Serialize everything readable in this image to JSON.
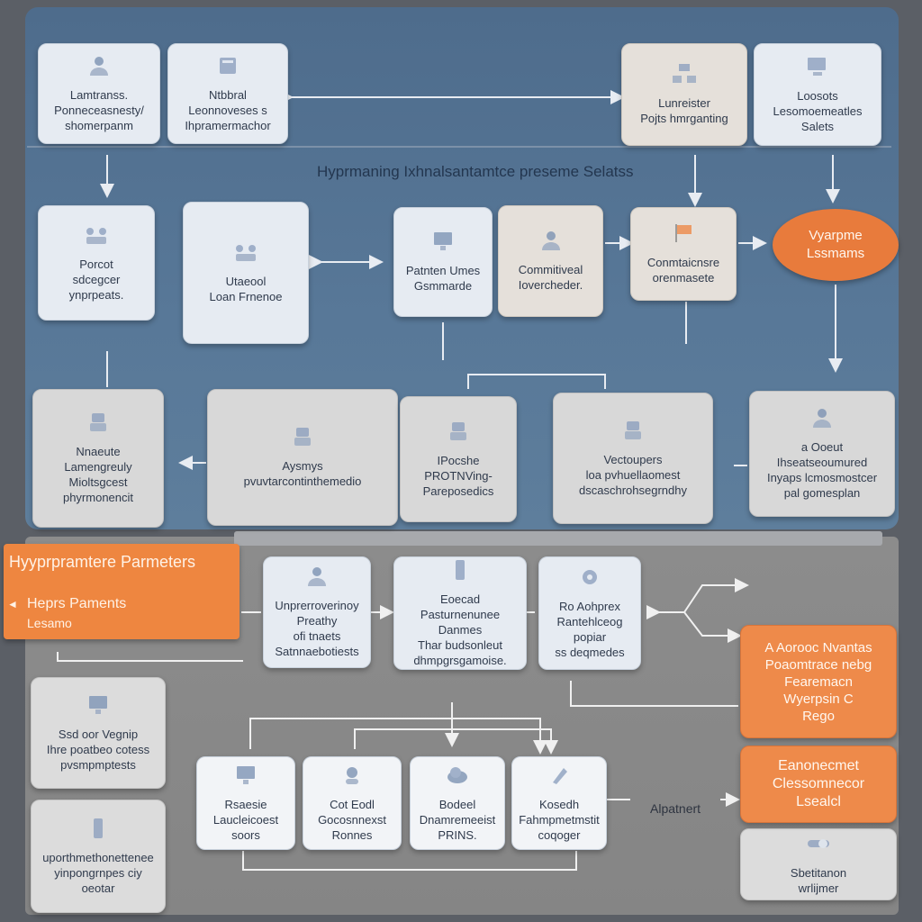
{
  "heading": "Hyprmaning Ixhnalsantamtce preseme Selatss",
  "row1": [
    {
      "lines": [
        "Lamtranss.",
        "Ponneceasnesty/",
        "shomerpanm"
      ],
      "icon": "person-icon"
    },
    {
      "lines": [
        "Ntbbral",
        "Leonnoveses s",
        "Ihpramermachor"
      ],
      "icon": "book-icon"
    },
    {
      "lines": [
        "Lunreister",
        "Pojts hmrganting"
      ],
      "icon": "network-icon"
    },
    {
      "lines": [
        "Loosots",
        "Lesomoemeatles",
        "Salets"
      ],
      "icon": "computer-icon"
    }
  ],
  "row2": [
    {
      "lines": [
        "Porcot",
        "sdcegcer",
        "ynprpeats."
      ],
      "icon": "cluster-icon"
    },
    {
      "lines": [
        "Utaeool",
        "Loan Frnenoe"
      ],
      "icon": "cluster-icon"
    },
    {
      "lines": [
        "Patnten Umes",
        "Gsmmarde"
      ],
      "icon": "monitor-icon"
    },
    {
      "lines": [
        "Commitiveal",
        "Iovercheder."
      ],
      "icon": "person-icon"
    },
    {
      "lines": [
        "Conmtaicnsre",
        "orenmasete"
      ],
      "icon": "flag-icon"
    }
  ],
  "oval": [
    "Vyarpme",
    "Lssmams"
  ],
  "row3": [
    {
      "lines": [
        "Nnaeute",
        "Lamengreuly",
        "Mioltsgcest",
        "phyrmonencit"
      ],
      "icon": "robot-icon"
    },
    {
      "lines": [
        "Aysmys",
        "pvuvtarcontinthemedio"
      ],
      "icon": "robot-icon"
    },
    {
      "lines": [
        "IPocshe",
        "PROTNVing-",
        "Pareposedics"
      ],
      "icon": "robot-icon"
    },
    {
      "lines": [
        "Vectoupers",
        "loa pvhuellaomest",
        "dscaschrohsegrndhy"
      ],
      "icon": "robot-icon"
    },
    {
      "lines": [
        "a Ooeut",
        "Ihseatseoumured",
        "Inyaps lcmosmostcer",
        "pal gomesplan"
      ],
      "icon": "person-icon"
    }
  ],
  "banner": {
    "title": "Hyyprpramtere Parmeters",
    "line1": "Heprs Paments",
    "line2": "Lesamo"
  },
  "row4": [
    {
      "lines": [
        "Unprerroverinoy",
        "Preathy",
        "ofi tnaets",
        "Satnnaebotiests"
      ],
      "icon": "person-icon"
    },
    {
      "lines": [
        "Eoecad",
        "Pasturnenunee",
        "Danmes",
        "Thar budsonleut",
        "dhmpgrsgamoise."
      ],
      "icon": "phone-icon"
    },
    {
      "lines": [
        "Ro Aohprex",
        "Rantehlceog",
        "popiar",
        "ss deqmedes"
      ],
      "icon": "gear-icon"
    }
  ],
  "orange_box_1": [
    "A Aorooc Nvantas",
    "Poaomtrace nebg",
    "Fearemacn",
    "Wyerpsin C",
    "Rego"
  ],
  "left_box_1": {
    "lines": [
      "Ssd oor Vegnip",
      "Ihre poatbeo cotess",
      "pvsmpmptests"
    ],
    "icon": "monitor-icon"
  },
  "row5": [
    {
      "lines": [
        "Rsaesie",
        "Laucleicoest",
        "soors"
      ],
      "icon": "monitor-icon"
    },
    {
      "lines": [
        "Cot Eodl",
        "Gocosnnexst",
        "Ronnes"
      ],
      "icon": "user-icon"
    },
    {
      "lines": [
        "Bodeel",
        "Dnamremeeist",
        "PRINS."
      ],
      "icon": "cloud-icon"
    },
    {
      "lines": [
        "Kosedh",
        "Fahmpmetmstit",
        "coqoger"
      ],
      "icon": "pen-icon"
    }
  ],
  "alpabrinert": "Alpatnert",
  "orange_box_2": [
    "Eanonecmet",
    "Clessomnecor",
    "Lsealcl"
  ],
  "bottom_right": {
    "lines": [
      "Sbetitanon",
      "wrlijmer"
    ],
    "icon": "switch-icon"
  },
  "left_box_2": {
    "lines": [
      "uporthmethonettenee",
      "yinpongrnpes ciy",
      "oeotar"
    ],
    "icon": "phone-icon"
  },
  "colors": {
    "panel_blue": "#587898",
    "accent_orange": "#ee8640",
    "node_bg": "#e6ebf2"
  }
}
